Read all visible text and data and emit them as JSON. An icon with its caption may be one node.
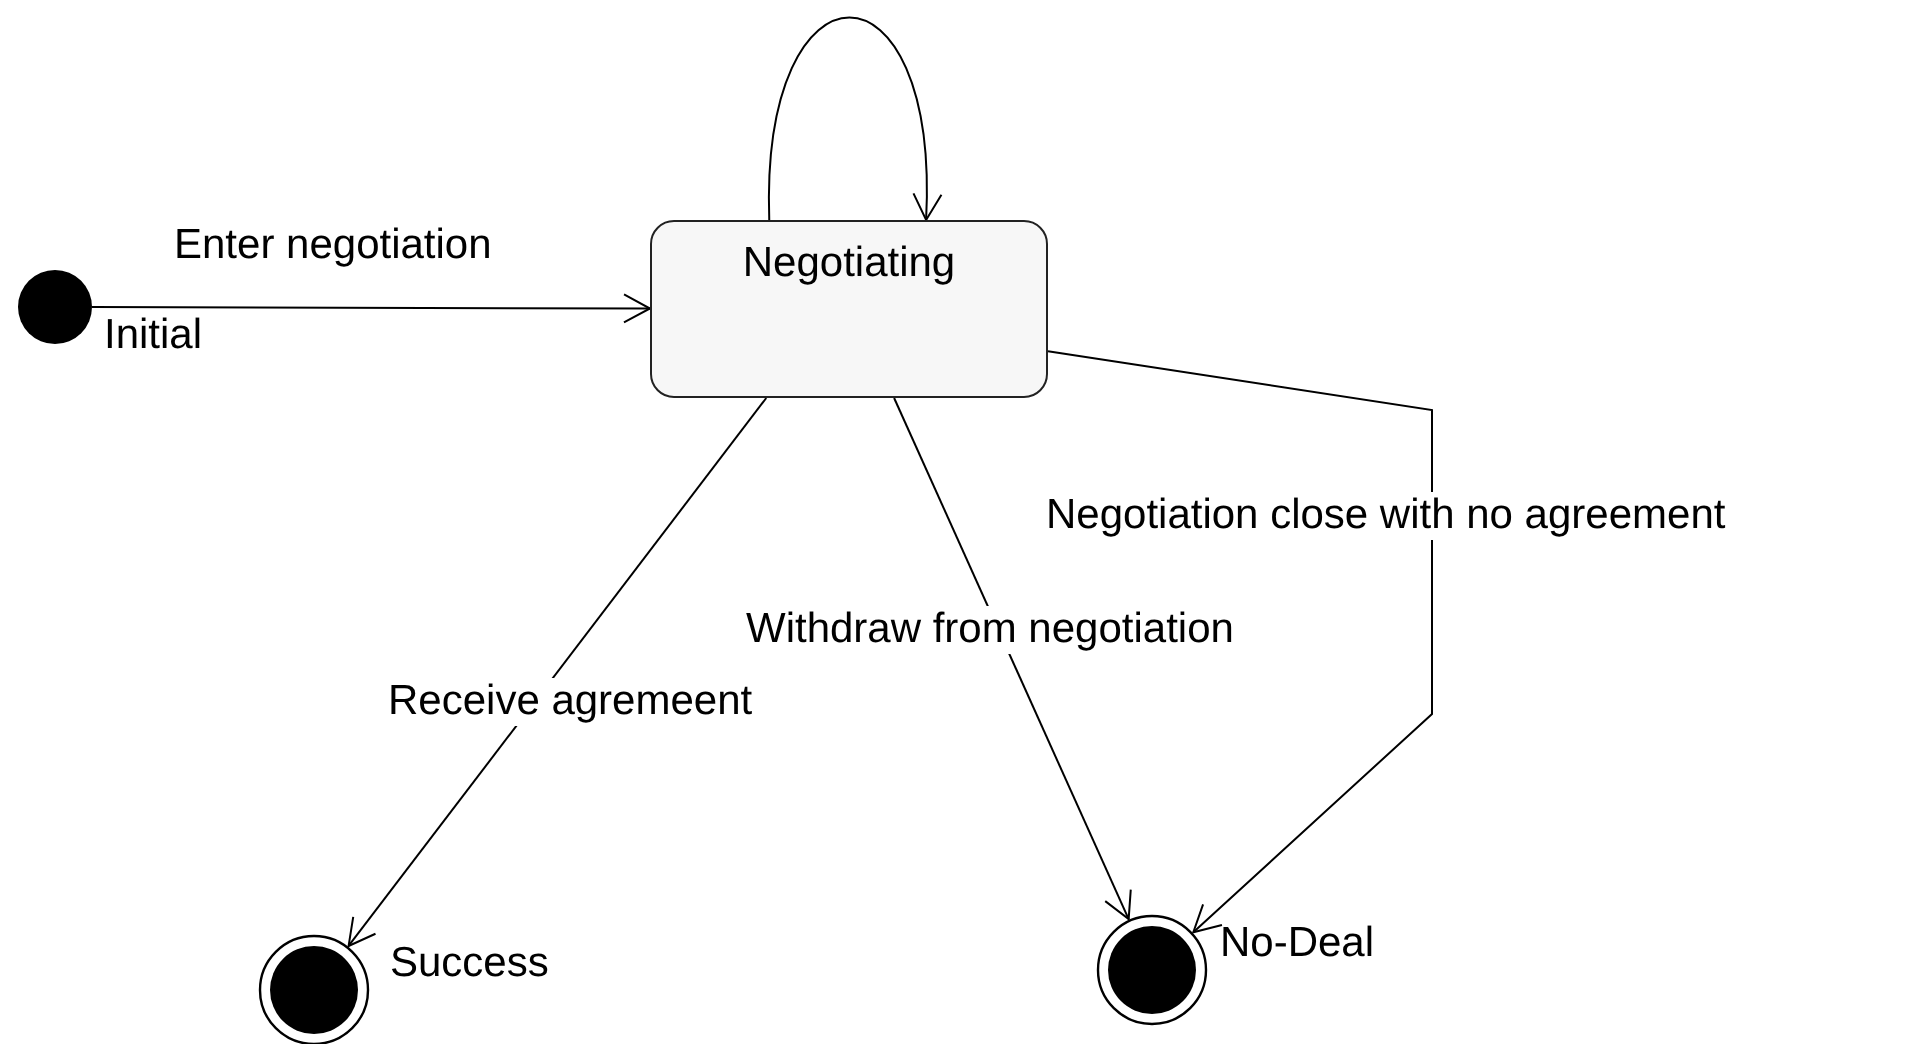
{
  "diagram": {
    "nodes": [
      {
        "text": [],
        "shape": "circle",
        "beside": [
          "Initial"
        ]
      },
      {
        "text": [
          "Negotiating"
        ]
      },
      {
        "text": [],
        "shape": "bullseye",
        "beside": [
          "Success"
        ]
      },
      {
        "text": [],
        "shape": "bullseye",
        "beside": [
          "No-Deal"
        ]
      }
    ],
    "edges": [
      {
        "from": 0,
        "to": 1,
        "arrow": "to",
        "label": "Enter negotiation"
      },
      {
        "from": 1,
        "to": 1,
        "arrow": "to"
      },
      {
        "from": 1,
        "to": 2,
        "arrow": "to",
        "label": "Receive agremeent"
      },
      {
        "from": 1,
        "to": 3,
        "arrow": "to",
        "label": "Withdraw from negotiation"
      },
      {
        "from": 1,
        "to": 3,
        "arrow": "to",
        "label": "Negotiation close with no agreement"
      }
    ]
  }
}
